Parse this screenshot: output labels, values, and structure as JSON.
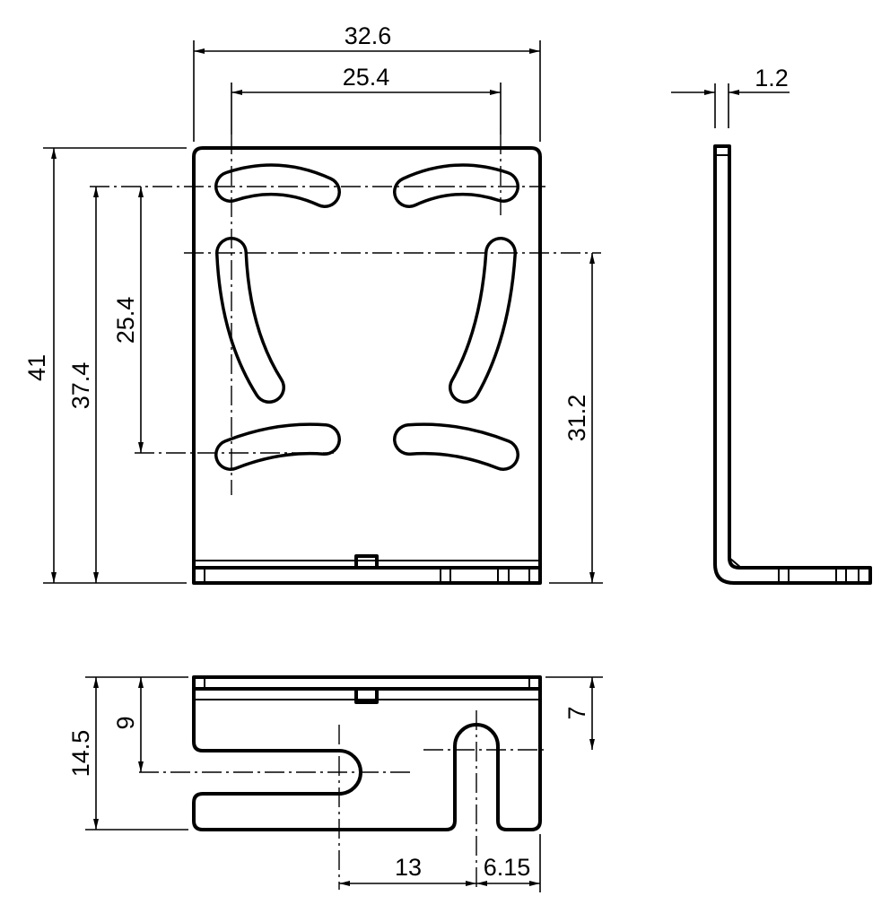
{
  "drawing": {
    "front_view": {
      "overall_width": "32.6",
      "slot_spacing_horizontal": "25.4",
      "overall_height": "41",
      "slot_height_offset": "37.4",
      "slot_spacing_vertical": "25.4",
      "slot_vertical_offset": "31.2"
    },
    "side_view": {
      "thickness": "1.2"
    },
    "bottom_view": {
      "depth": "14.5",
      "slot_center_depth": "9",
      "notch_depth": "7",
      "slot_to_notch": "13",
      "notch_to_edge": "6.15"
    }
  }
}
